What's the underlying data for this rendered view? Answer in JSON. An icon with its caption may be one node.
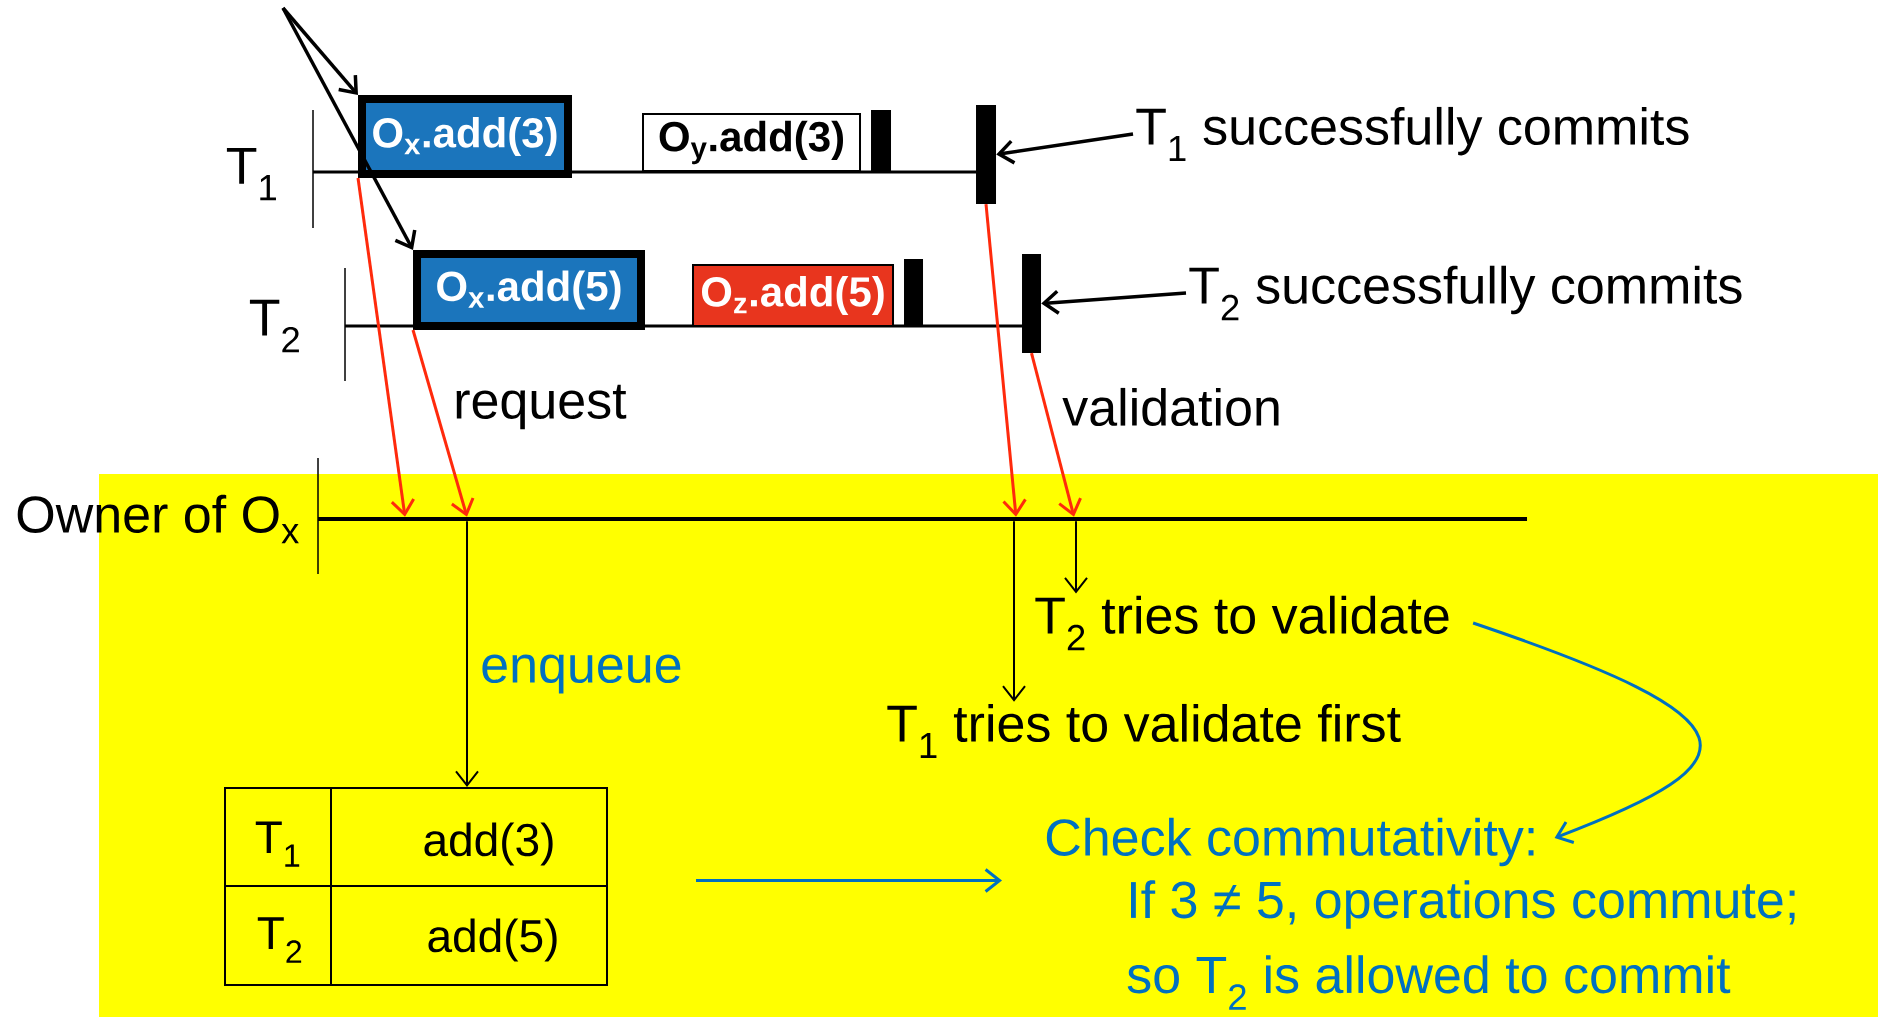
{
  "diagram": {
    "nodes": [
      {
        "text": [
          "O$_{x}$.add(3)"
        ]
      },
      {
        "text": [
          "O$_{y}$.add(3)"
        ]
      },
      {
        "text": [],
        "shape": "bar"
      },
      {
        "text": [],
        "shape": "bar"
      },
      {
        "text": [
          "T$_{1}$ successfully commits"
        ]
      },
      {
        "text": [
          "O$_{x}$.add(5)"
        ]
      },
      {
        "text": [
          "O$_{z}$.add(5)"
        ]
      },
      {
        "text": [],
        "shape": "bar"
      },
      {
        "text": [],
        "shape": "bar"
      },
      {
        "text": [
          "T$_{2}$ successfully commits"
        ]
      },
      {
        "text": [],
        "shape": "line",
        "beside": [
          "Owner of O$_{x}$"
        ]
      },
      {
        "text": [
          "T$_{2}$ tries to validate"
        ]
      },
      {
        "text": [
          "T$_{1}$ tries to validate first"
        ]
      },
      {
        "text": [
          "T$_{1}$",
          "add(3)",
          "T$_{2}$",
          "add(5)"
        ]
      },
      {
        "text": [
          "Check commutativity:",
          "If 3 ≠ 5, operations commute; so T$_{2}$ is allowed to commit"
        ]
      }
    ],
    "edges": [
      {
        "from": null,
        "to": 0,
        "arrow": "to"
      },
      {
        "from": null,
        "to": 5,
        "arrow": "to"
      },
      {
        "from": 4,
        "to": 3,
        "arrow": "to"
      },
      {
        "from": 9,
        "to": 8,
        "arrow": "to"
      },
      {
        "from": 0,
        "to": 10,
        "arrow": "to",
        "color": "#ff2a0c"
      },
      {
        "from": 5,
        "to": 10,
        "arrow": "to",
        "color": "#ff2a0c",
        "label": "request"
      },
      {
        "from": 3,
        "to": 10,
        "arrow": "to",
        "color": "#ff2a0c"
      },
      {
        "from": 8,
        "to": 10,
        "arrow": "to",
        "color": "#ff2a0c",
        "label": "validation"
      },
      {
        "from": 10,
        "to": 13,
        "arrow": "to",
        "label": "enqueue"
      },
      {
        "from": 10,
        "to": 11,
        "arrow": "to"
      },
      {
        "from": 10,
        "to": 12,
        "arrow": "to"
      },
      {
        "from": 13,
        "to": 14,
        "arrow": "to",
        "color": "#0070c0"
      },
      {
        "from": 11,
        "to": 14,
        "arrow": "to",
        "color": "#0070c0"
      }
    ],
    "labels": [
      "T$_{1}$",
      "T$_{2}$"
    ]
  }
}
